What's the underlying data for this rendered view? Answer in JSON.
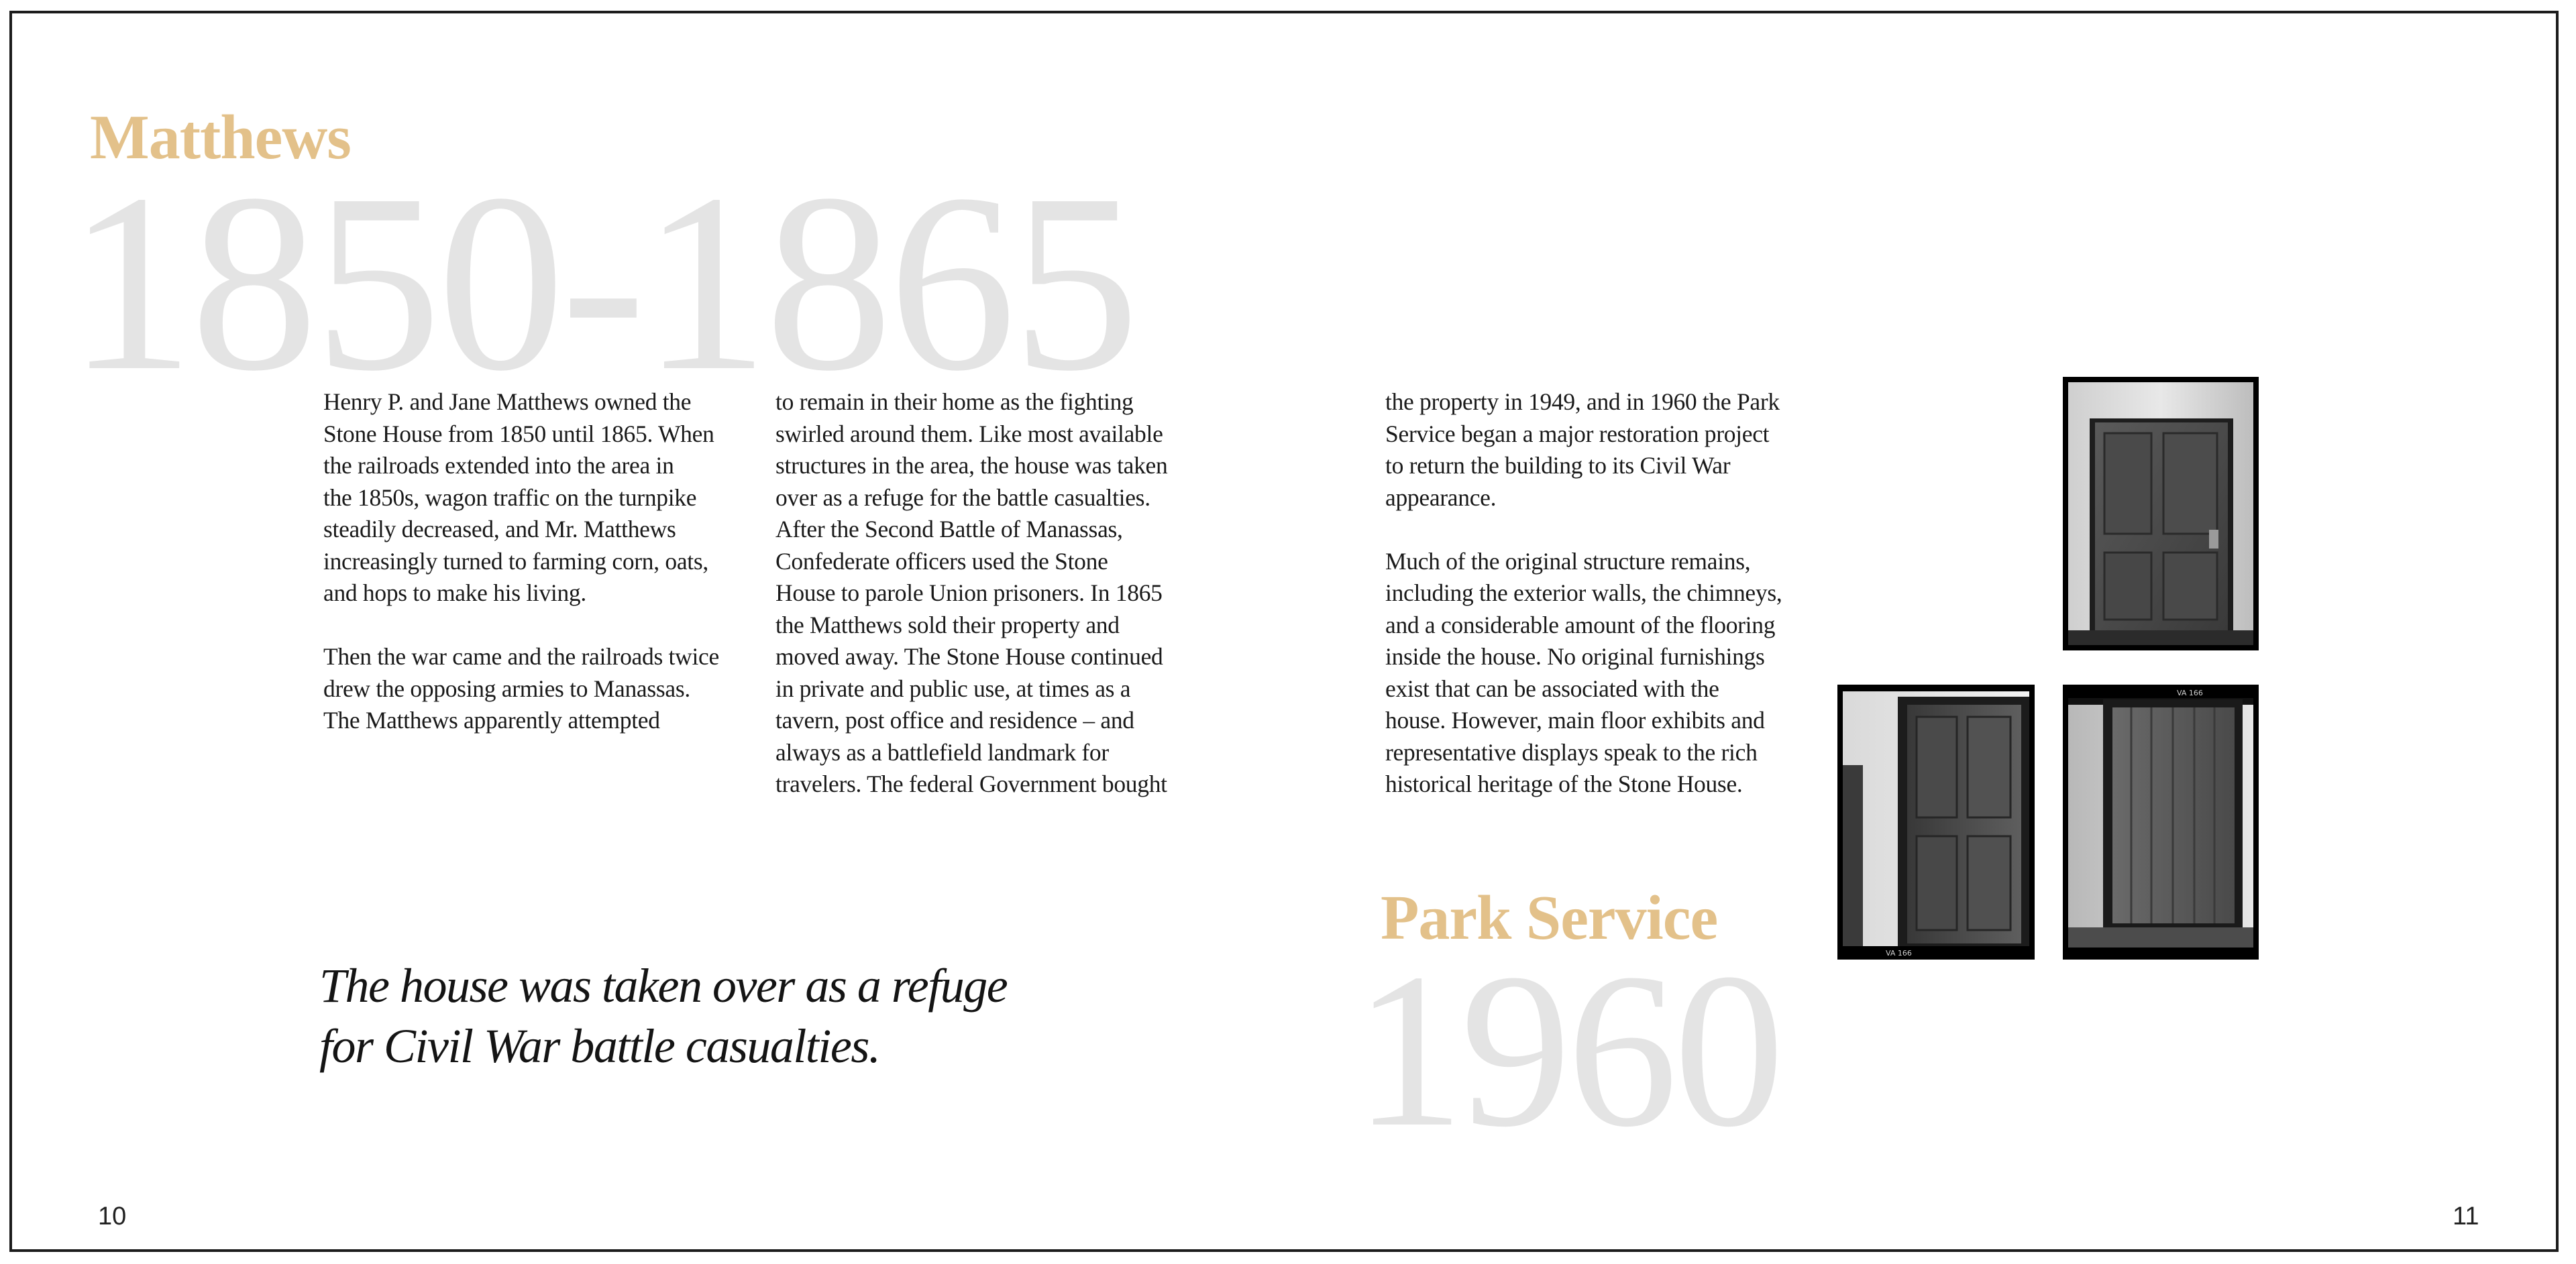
{
  "left_page": {
    "section_title": "Matthews",
    "background_year": "1850-1865",
    "columns": [
      "Henry P. and Jane Matthews owned the\nStone House from 1850 until 1865. When\nthe railroads extended into the area in\nthe 1850s, wagon traffic on the turnpike\nsteadily decreased, and Mr. Matthews\nincreasingly turned to farming corn, oats,\nand hops to make his living.\n\nThen the war came and the railroads twice\ndrew the opposing armies to Manassas.\nThe Matthews apparently attempted",
      "to remain in their home as the fighting\nswirled around them. Like most available\nstructures in the area, the house was taken\nover as a refuge for the battle casualties.\nAfter the Second Battle of Manassas,\nConfederate officers used the Stone\nHouse to parole Union prisoners. In 1865\nthe Matthews sold their property and\nmoved away. The Stone House continued\nin private and public use, at times as a\ntavern, post office and residence – and\nalways as a battlefield landmark for\ntravelers. The federal Government bought"
    ],
    "pull_quote": "The house was taken over as a refuge\nfor Civil War battle casualties.",
    "page_number": "10"
  },
  "right_page": {
    "column": "the property in 1949, and in 1960 the Park\nService began a major restoration project\nto return the building to its Civil War\nappearance.\n\nMuch of the original structure remains,\nincluding the exterior walls, the chimneys,\nand a considerable amount of the flooring\ninside the house. No original furnishings\nexist that can be associated with the\nhouse. However, main floor exhibits  and\nrepresentative displays speak to the rich\nhistorical heritage of the Stone House.",
    "section_title": "Park Service",
    "background_year": "1960",
    "photos": [
      {
        "name": "panel-door-photo"
      },
      {
        "name": "open-door-photo",
        "caption": "VA 166"
      },
      {
        "name": "plank-door-photo",
        "caption": "VA 166"
      }
    ],
    "page_number": "11"
  },
  "colors": {
    "title_accent": "#e3c18a",
    "background_year": "#e4e4e4",
    "body_text": "#1a1a1a",
    "frame": "#1c1c1c"
  }
}
